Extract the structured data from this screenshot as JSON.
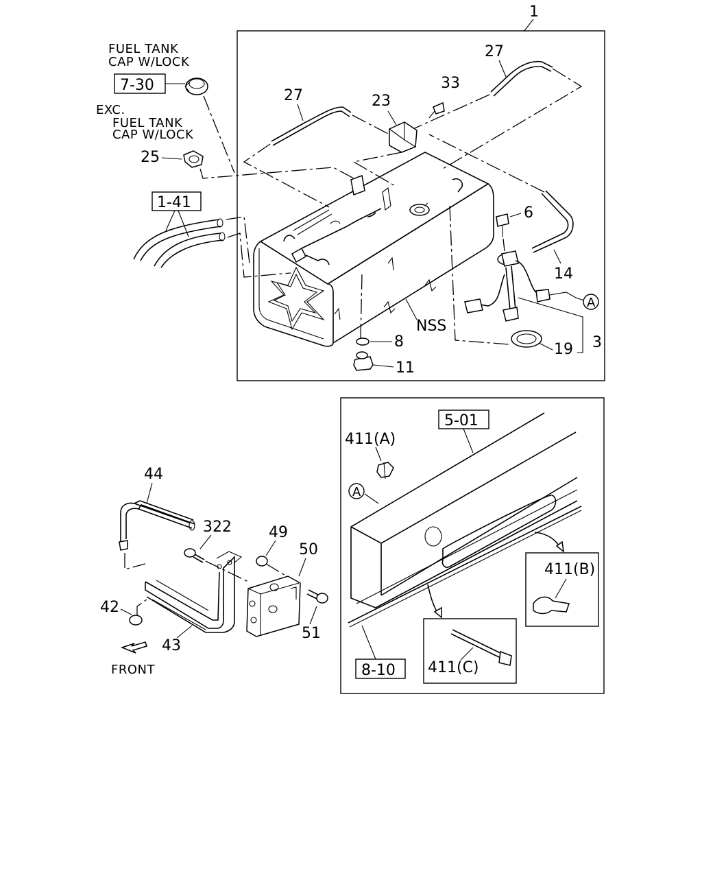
{
  "callouts": {
    "c1": "1",
    "c27a": "27",
    "c27b": "27",
    "c33": "33",
    "c23": "23",
    "c25": "25",
    "c6": "6",
    "c14": "14",
    "c3": "3",
    "c19": "19",
    "c8": "8",
    "c11": "11",
    "nss": "NSS",
    "cA1": "A",
    "c44": "44",
    "c322": "322",
    "c49": "49",
    "c50": "50",
    "c42": "42",
    "c43": "43",
    "c51": "51",
    "c411a": "411(A)",
    "c411b": "411(B)",
    "c411c": "411(C)",
    "cA2": "A"
  },
  "refs": {
    "r730": "7-30",
    "r141": "1-41",
    "r501": "5-01",
    "r810": "8-10"
  },
  "notes": {
    "cap_lock_1": "FUEL TANK",
    "cap_lock_2": "CAP W/LOCK",
    "exc_1": "EXC.",
    "exc_2": "FUEL TANK",
    "exc_3": "CAP W/LOCK",
    "front": "FRONT"
  }
}
